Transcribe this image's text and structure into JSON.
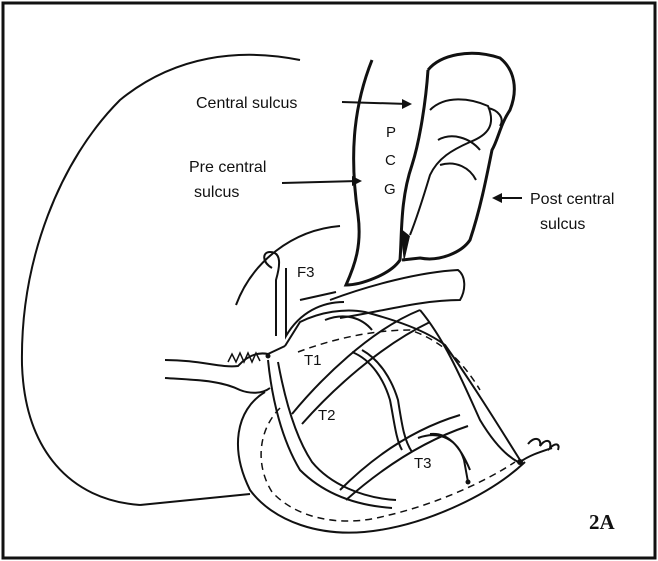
{
  "labels": {
    "central_sulcus": "Central sulcus",
    "pre_central_line1": "Pre central",
    "pre_central_line2": "sulcus",
    "post_central_line1": "Post central",
    "post_central_line2": "sulcus",
    "pcg_p": "P",
    "pcg_c": "C",
    "pcg_g": "G",
    "f3": "F3",
    "t1": "T1",
    "t2": "T2",
    "t3": "T3",
    "figure_id": "2A"
  }
}
